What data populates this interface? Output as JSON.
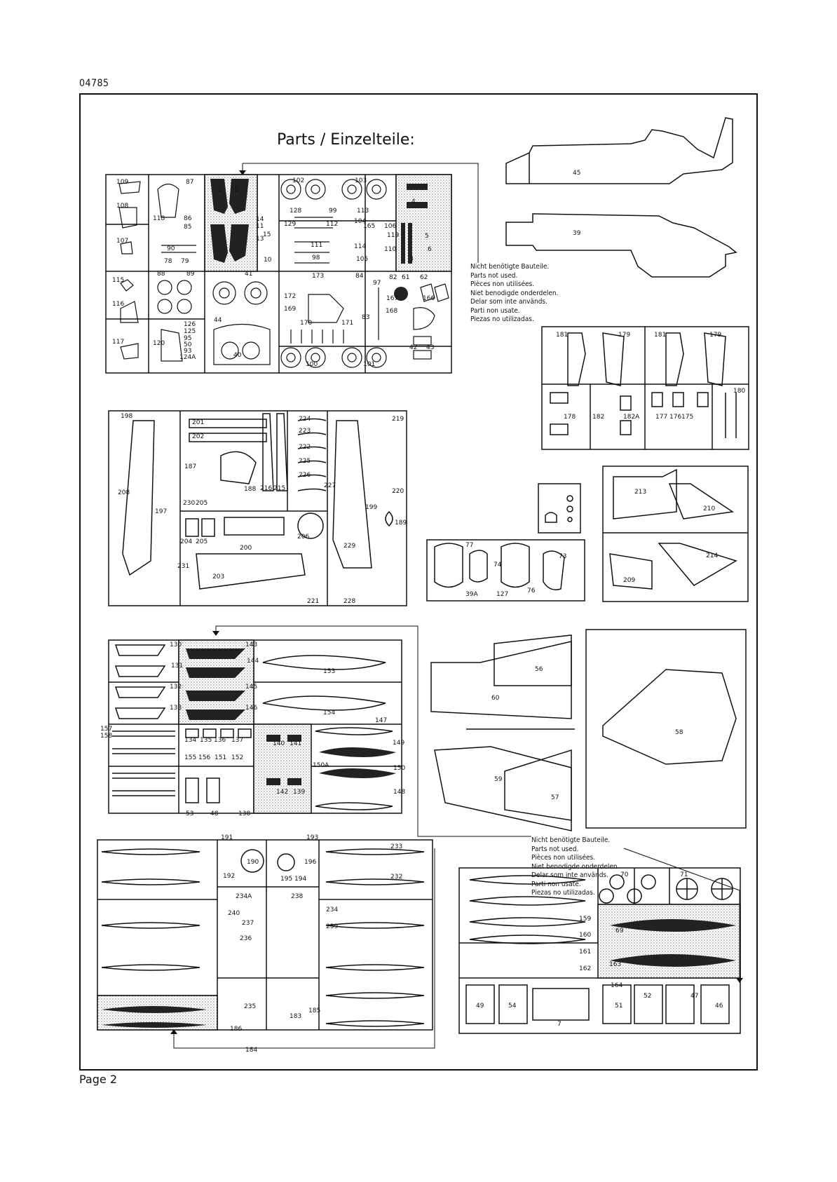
{
  "header": {
    "doc_code": "04785"
  },
  "footer": {
    "page_label": "Page 2"
  },
  "title": "Parts / Einzelteile:",
  "notes": {
    "not_used_top": [
      "Nicht benötigte Bauteile.",
      "Parts not used.",
      "Pièces non utilisées.",
      "Niet benodigde onderdelen.",
      "Delar som inte används.",
      "Parti non usate.",
      "Piezas no utilizadas."
    ],
    "not_used_bottom": [
      "Nicht benötigte Bauteile.",
      "Parts not used.",
      "Pièces non utilisées.",
      "Niet benodigde onderdelen.",
      "Delar som inte används.",
      "Parti non usate.",
      "Piezas no utilizadas."
    ]
  },
  "part_numbers": {
    "sprue_a": [
      "109",
      "87",
      "108",
      "118",
      "86",
      "85",
      "107",
      "90",
      "78",
      "79",
      "1",
      "2",
      "14",
      "11",
      "13",
      "15",
      "10",
      "102",
      "103",
      "128",
      "99",
      "113",
      "106",
      "129",
      "112",
      "104",
      "165",
      "119",
      "111",
      "98",
      "114",
      "105",
      "110",
      "3",
      "4",
      "5",
      "6",
      "115",
      "88",
      "89",
      "41",
      "173",
      "84",
      "97",
      "82",
      "61",
      "62",
      "116",
      "126",
      "125",
      "95",
      "50",
      "93",
      "124A",
      "117",
      "120",
      "44",
      "40",
      "172",
      "169",
      "170",
      "171",
      "83",
      "167",
      "168",
      "166",
      "100",
      "101",
      "42",
      "43"
    ],
    "sprue_b": [
      "198",
      "201",
      "202",
      "224",
      "223",
      "222",
      "219",
      "187",
      "225",
      "226",
      "188",
      "227",
      "220",
      "208",
      "230",
      "205",
      "216",
      "215",
      "197",
      "199",
      "189",
      "204",
      "205",
      "200",
      "206",
      "229",
      "231",
      "203",
      "221",
      "228"
    ],
    "sprue_c": [
      "130",
      "143",
      "131",
      "144",
      "153",
      "132",
      "145",
      "133",
      "146",
      "154",
      "147",
      "157",
      "158",
      "134",
      "135",
      "136",
      "137",
      "140",
      "141",
      "149",
      "155",
      "156",
      "151",
      "152",
      "150A",
      "150",
      "148",
      "53",
      "48",
      "138",
      "142",
      "139"
    ],
    "sprue_d": [
      "191",
      "193",
      "233",
      "190",
      "196",
      "232",
      "192",
      "195",
      "194",
      "234A",
      "238",
      "234",
      "240",
      "237",
      "239",
      "236",
      "235",
      "183",
      "184",
      "185",
      "186"
    ],
    "sprue_e": [
      "181",
      "179",
      "181",
      "179",
      "180",
      "178",
      "182",
      "182A",
      "177",
      "176",
      "175"
    ],
    "sprue_f": [
      "213",
      "210",
      "214",
      "209"
    ],
    "sprue_g": [
      "77",
      "74",
      "73",
      "39A",
      "127",
      "76"
    ],
    "sprue_h": [
      "56",
      "60",
      "58",
      "59",
      "57"
    ],
    "sprue_i": [
      "159",
      "70",
      "71",
      "160",
      "69",
      "161",
      "163",
      "162",
      "164",
      "49",
      "54",
      "7",
      "52",
      "47",
      "51",
      "46"
    ],
    "fuselage": [
      "45",
      "39"
    ]
  }
}
